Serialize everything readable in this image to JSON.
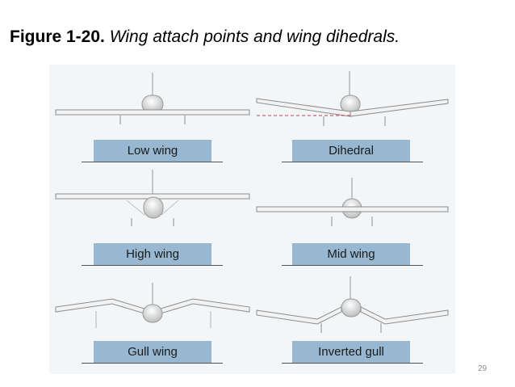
{
  "slide": {
    "title_bold": "Figure 1-20.",
    "title_italic": "Wing attach points and wing dihedrals.",
    "page_number": "29"
  },
  "diagram": {
    "panels": [
      {
        "id": "low-wing",
        "label": "Low wing",
        "wing_type": "low"
      },
      {
        "id": "dihedral",
        "label": "Dihedral",
        "wing_type": "dihedral"
      },
      {
        "id": "high-wing",
        "label": "High wing",
        "wing_type": "high"
      },
      {
        "id": "mid-wing",
        "label": "Mid wing",
        "wing_type": "mid"
      },
      {
        "id": "gull-wing",
        "label": "Gull wing",
        "wing_type": "gull"
      },
      {
        "id": "inverted-gull",
        "label": "Inverted gull",
        "wing_type": "inverted-gull"
      }
    ],
    "colors": {
      "panel_background": "#f3f6f9",
      "label_background": "#97b8d0",
      "wing_fill": "#f4f4f4",
      "wing_outline": "#8c8c8c",
      "fuselage_fill": "#e6e6e6",
      "dihedral_reference_line": "#d9343a"
    }
  }
}
